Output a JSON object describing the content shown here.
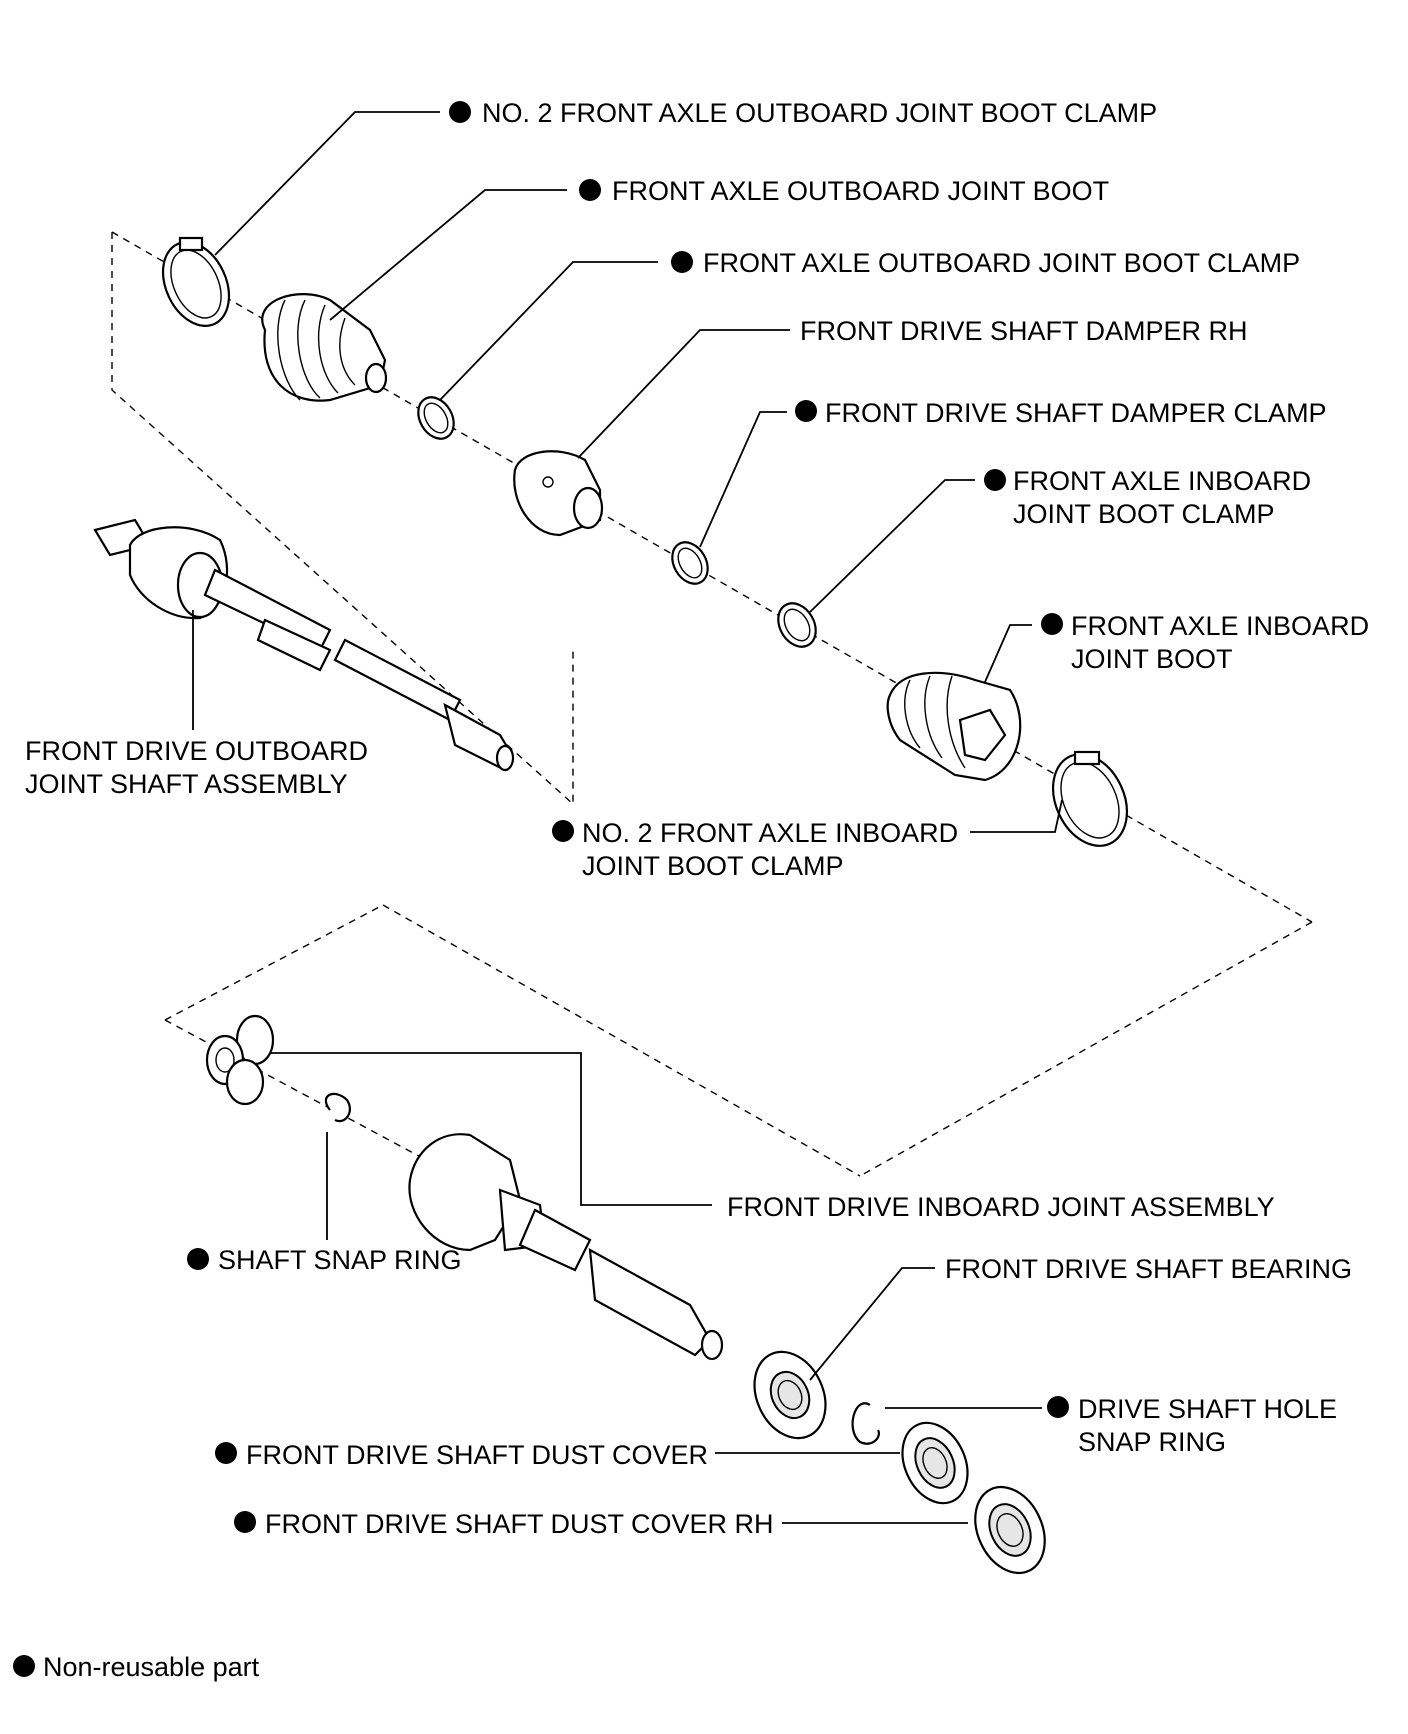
{
  "labels": {
    "no2_outboard_clamp": "NO. 2 FRONT AXLE OUTBOARD JOINT BOOT CLAMP",
    "outboard_boot": "FRONT AXLE OUTBOARD JOINT BOOT",
    "outboard_clamp": "FRONT AXLE OUTBOARD JOINT BOOT CLAMP",
    "damper_rh": "FRONT DRIVE SHAFT DAMPER RH",
    "damper_clamp": "FRONT DRIVE SHAFT DAMPER CLAMP",
    "inboard_clamp_1": "FRONT AXLE INBOARD",
    "inboard_clamp_2": "JOINT BOOT CLAMP",
    "inboard_boot_1": "FRONT AXLE INBOARD",
    "inboard_boot_2": "JOINT BOOT",
    "outboard_shaft_1": "FRONT DRIVE OUTBOARD",
    "outboard_shaft_2": "JOINT SHAFT ASSEMBLY",
    "no2_inboard_clamp_1": "NO. 2 FRONT AXLE INBOARD",
    "no2_inboard_clamp_2": "JOINT BOOT CLAMP",
    "inboard_joint": "FRONT DRIVE INBOARD JOINT ASSEMBLY",
    "shaft_snap_ring": "SHAFT SNAP RING",
    "bearing": "FRONT DRIVE SHAFT BEARING",
    "hole_snap_ring_1": "DRIVE SHAFT HOLE",
    "hole_snap_ring_2": "SNAP RING",
    "dust_cover": "FRONT DRIVE SHAFT DUST COVER",
    "dust_cover_rh": "FRONT DRIVE SHAFT DUST COVER RH"
  },
  "legend": {
    "text": "Non-reusable part"
  }
}
